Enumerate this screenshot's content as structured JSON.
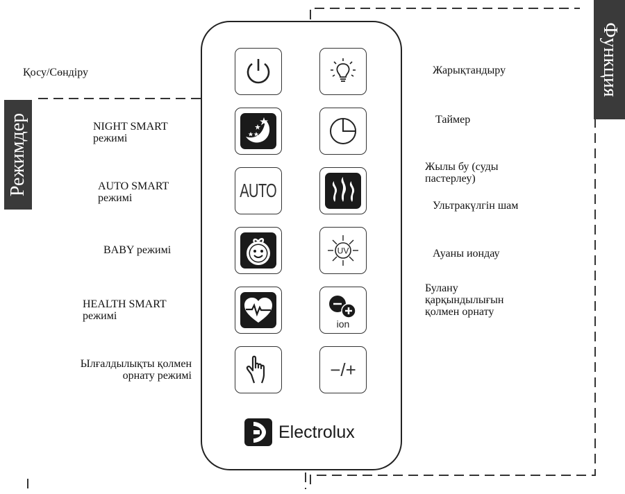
{
  "tabs": {
    "modes": "Режимдер",
    "functions": "Функция"
  },
  "left_labels": {
    "power": "Қосу/Сөндіру",
    "night_1": "NIGHT SMART",
    "night_2": "режимі",
    "auto_1": "AUTO SMART",
    "auto_2": "режимі",
    "baby": "BABY режимі",
    "health_1": "HEALTH SMART",
    "health_2": "режимі",
    "manual_1": "Ылғалдылықты қолмен",
    "manual_2": "орнату режимі"
  },
  "right_labels": {
    "light": "Жарықтандыру",
    "timer": "Таймер",
    "steam_1": "Жылы бу (суды",
    "steam_2": "пастерлеу)",
    "uv": "Ультракүлгін шам",
    "ion": "Ауаны иондау",
    "evap_1": "Булану",
    "evap_2": "қарқындылығын",
    "evap_3": "қолмен орнату"
  },
  "buttons": {
    "auto": "AUTO",
    "uv": "UV",
    "ion": "ion",
    "minus_plus": "−/+"
  },
  "icons": [
    "power-icon",
    "light-bulb-icon",
    "night-moon-stars-icon",
    "timer-clock-icon",
    "steam-waves-icon",
    "uv-lamp-icon",
    "baby-face-icon",
    "ion-icon",
    "heart-pulse-icon",
    "hand-pointer-icon",
    "electrolux-logo-icon"
  ],
  "brand": "Electrolux",
  "colors": {
    "tab_bg": "#3a3a3a",
    "outline": "#222222"
  }
}
